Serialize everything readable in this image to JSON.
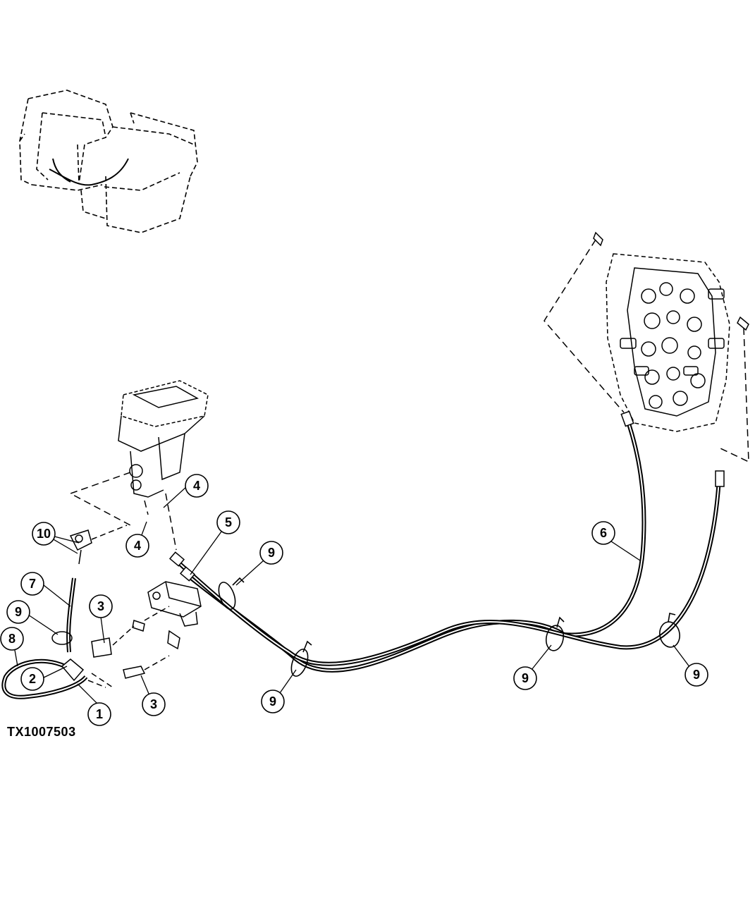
{
  "figure": {
    "id": "TX1007503"
  },
  "callouts": [
    {
      "id": "c1",
      "label": "1"
    },
    {
      "id": "c2",
      "label": "2"
    },
    {
      "id": "c3a",
      "label": "3"
    },
    {
      "id": "c3b",
      "label": "3"
    },
    {
      "id": "c4a",
      "label": "4"
    },
    {
      "id": "c4b",
      "label": "4"
    },
    {
      "id": "c5",
      "label": "5"
    },
    {
      "id": "c6",
      "label": "6"
    },
    {
      "id": "c7",
      "label": "7"
    },
    {
      "id": "c8",
      "label": "8"
    },
    {
      "id": "c9a",
      "label": "9"
    },
    {
      "id": "c9b",
      "label": "9"
    },
    {
      "id": "c9c",
      "label": "9"
    },
    {
      "id": "c9d",
      "label": "9"
    },
    {
      "id": "c9e",
      "label": "9"
    },
    {
      "id": "c10",
      "label": "10"
    }
  ]
}
